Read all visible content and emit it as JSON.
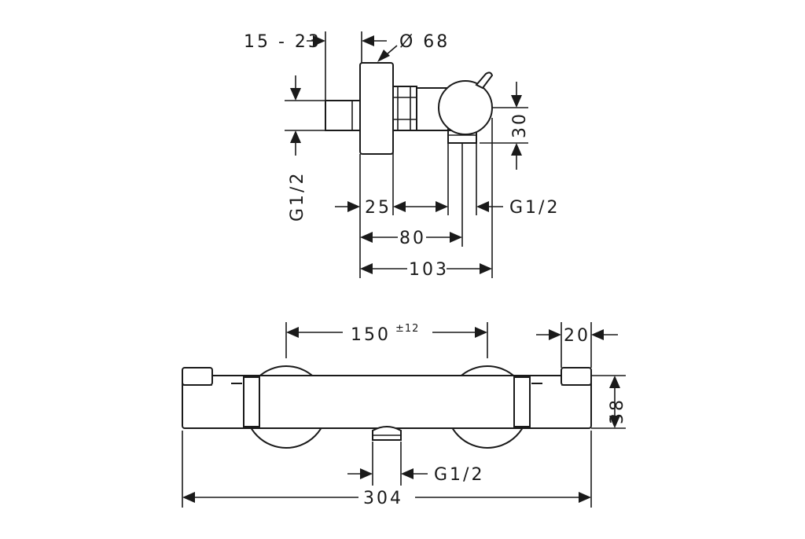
{
  "side_view": {
    "dim_depth_range": "15 - 23",
    "dim_diameter": "Ø 68",
    "dim_inlet_thread": "G1/2",
    "dim_height": "30",
    "dim_25": "25",
    "dim_outlet_thread": "G1/2",
    "dim_80": "80",
    "dim_103": "103"
  },
  "front_view": {
    "dim_centers": "150",
    "dim_centers_tolerance": "±12",
    "dim_end": "20",
    "dim_body_height": "38",
    "dim_outlet_thread": "G1/2",
    "dim_total_length": "304"
  }
}
